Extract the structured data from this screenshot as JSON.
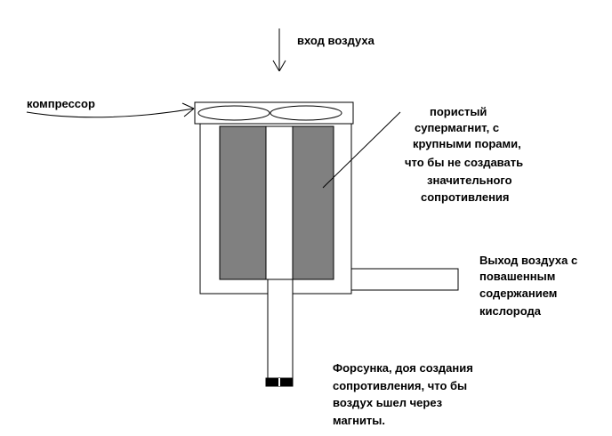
{
  "labels": {
    "air_inlet": "вход воздуха",
    "compressor": "компрессор",
    "magnet": [
      "пористый",
      "супермагнит, с",
      "крупными порами,",
      "что бы не создавать",
      "значительного",
      "сопротивления"
    ],
    "outlet": [
      "Выход воздуха с",
      "повашенным",
      "содержанием",
      "кислорода"
    ],
    "nozzle": [
      "Форсунка, доя создания",
      "сопротивления, что бы",
      "воздух ьшел через",
      "магниты."
    ]
  },
  "colors": {
    "magnet": "#808080",
    "stroke": "#000000",
    "background": "#ffffff"
  }
}
